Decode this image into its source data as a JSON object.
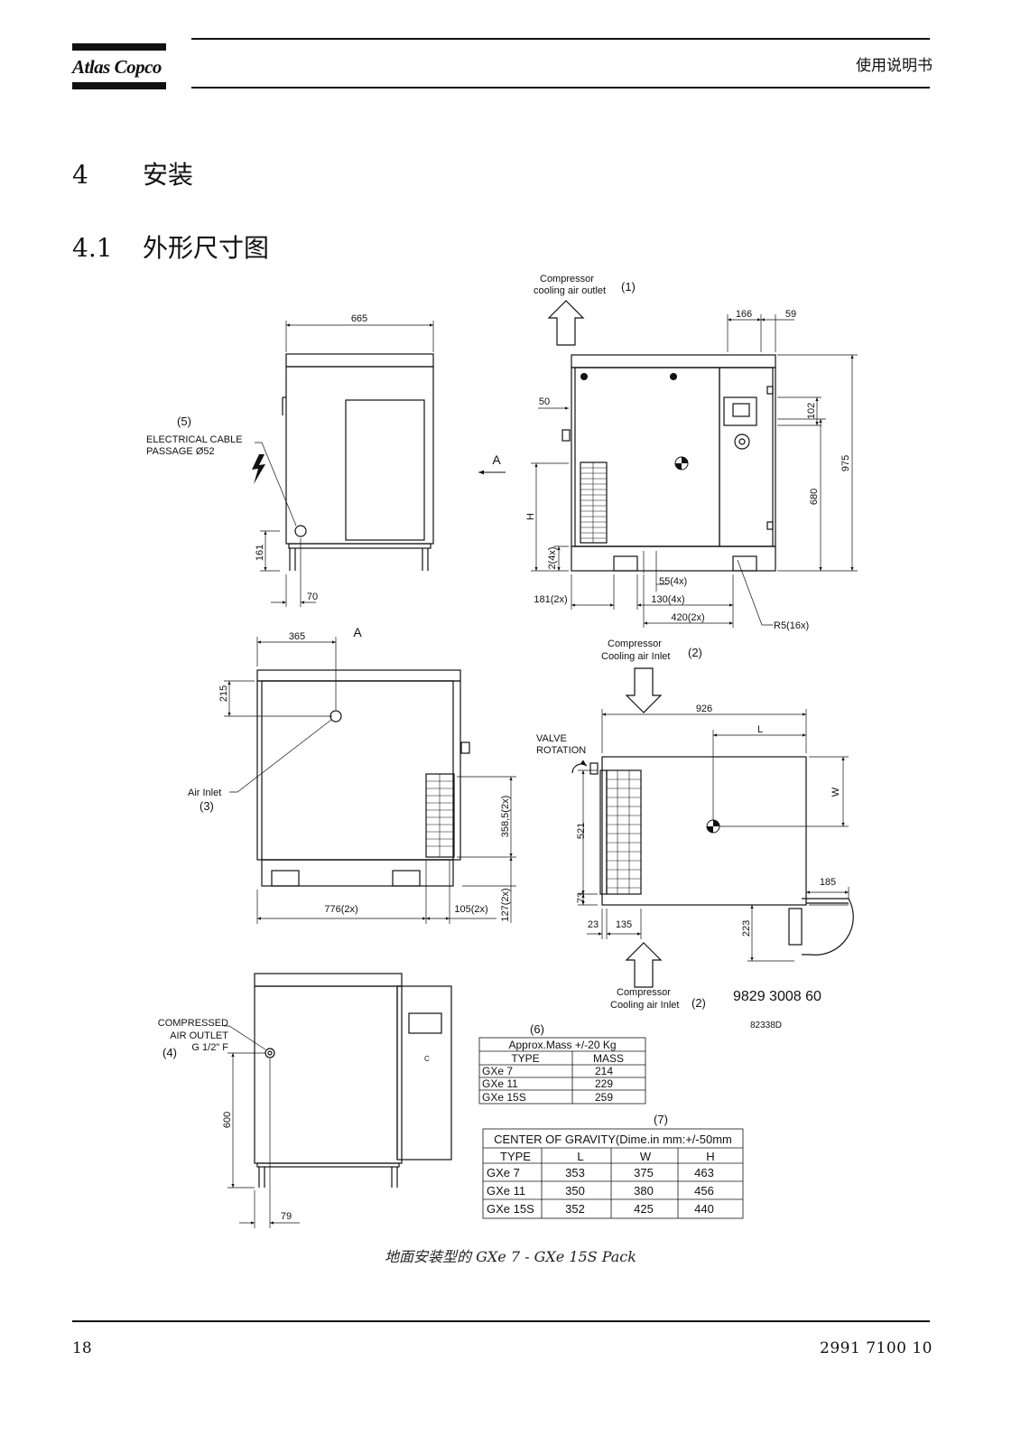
{
  "header": {
    "logo_text": "Atlas Copco",
    "doc_type": "使用说明书"
  },
  "chapter": {
    "number": "4",
    "title": "安装"
  },
  "section": {
    "number": "4.1",
    "title": "外形尺寸图"
  },
  "drawing": {
    "callouts": {
      "cooling_outlet_l1": "Compressor",
      "cooling_outlet_l2": "cooling air outlet",
      "cooling_outlet_num": "(1)",
      "cable_num": "(5)",
      "cable_l1": "ELECTRICAL CABLE",
      "cable_l2": "PASSAGE Ø52",
      "view_a": "A",
      "view_a2": "A",
      "inlet_top_l1": "Compressor",
      "inlet_top_l2": "Cooling air Inlet",
      "inlet_top_num": "(2)",
      "air_inlet": "Air Inlet",
      "air_inlet_num": "(3)",
      "valve_l1": "VALVE",
      "valve_l2": "ROTATION",
      "inlet_bottom_l1": "Compressor",
      "inlet_bottom_l2": "Cooling air Inlet",
      "inlet_bottom_num": "(2)",
      "part_number": "9829 3008 60",
      "drawing_number": "82338D",
      "outlet_l1": "COMPRESSED",
      "outlet_l2": "AIR OUTLET",
      "outlet_l3": "G 1/2\" F",
      "outlet_num": "(4)",
      "mark_c": "C"
    },
    "dims": {
      "d665": "665",
      "d161": "161",
      "d70": "70",
      "d166": "166",
      "d59": "59",
      "d50": "50",
      "d102": "102",
      "d975": "975",
      "d680": "680",
      "dH": "H",
      "d2x4": "2(4x)",
      "d55": "55(4x)",
      "d181": "181(2x)",
      "d130": "130(4x)",
      "d420": "420(2x)",
      "dR5": "R5(16x)",
      "d365": "365",
      "d215": "215",
      "d3585": "358,5(2x)",
      "d776": "776(2x)",
      "d105": "105(2x)",
      "d127": "127(2x)",
      "d926": "926",
      "dL": "L",
      "dW": "W",
      "d521": "521",
      "d73": "73",
      "d23": "23",
      "d135": "135",
      "d185": "185",
      "d223": "223",
      "d600": "600",
      "d79": "79"
    },
    "mass_table": {
      "number": "(6)",
      "title": "Approx.Mass +/-20 Kg",
      "headers": [
        "TYPE",
        "MASS"
      ],
      "rows": [
        [
          "GXe 7",
          "214"
        ],
        [
          "GXe 11",
          "229"
        ],
        [
          "GXe 15S",
          "259"
        ]
      ]
    },
    "cog_table": {
      "number": "(7)",
      "title": "CENTER OF GRAVITY(Dime.in mm:+/-50mm",
      "headers": [
        "TYPE",
        "L",
        "W",
        "H"
      ],
      "rows": [
        [
          "GXe 7",
          "353",
          "375",
          "463"
        ],
        [
          "GXe 11",
          "350",
          "380",
          "456"
        ],
        [
          "GXe 15S",
          "352",
          "425",
          "440"
        ]
      ]
    }
  },
  "caption": "地面安装型的 GXe 7 - GXe 15S Pack",
  "footer": {
    "page": "18",
    "doc_number": "2991 7100 10"
  }
}
